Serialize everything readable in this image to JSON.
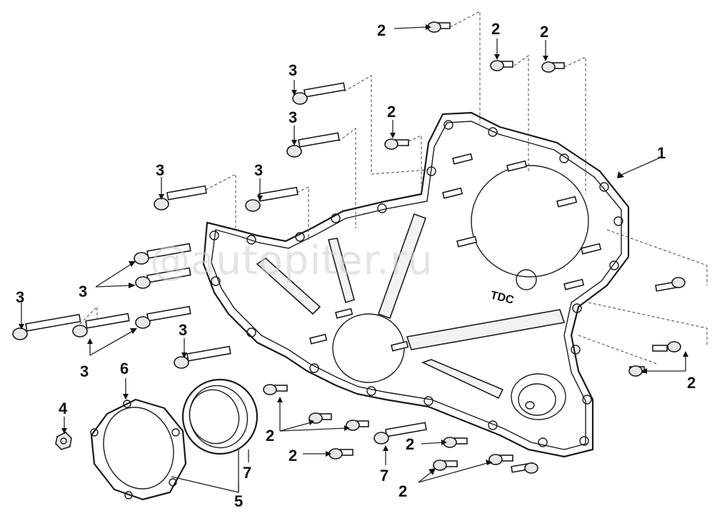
{
  "watermark": "@autopiter.ru",
  "part_marking": "TDC",
  "callouts": {
    "c1": "1",
    "c2": "2",
    "c3": "3",
    "c4": "4",
    "c5": "5",
    "c6": "6",
    "c7": "7"
  },
  "colors": {
    "line": "#1a1a1a",
    "watermark": "#cfcfcf"
  }
}
